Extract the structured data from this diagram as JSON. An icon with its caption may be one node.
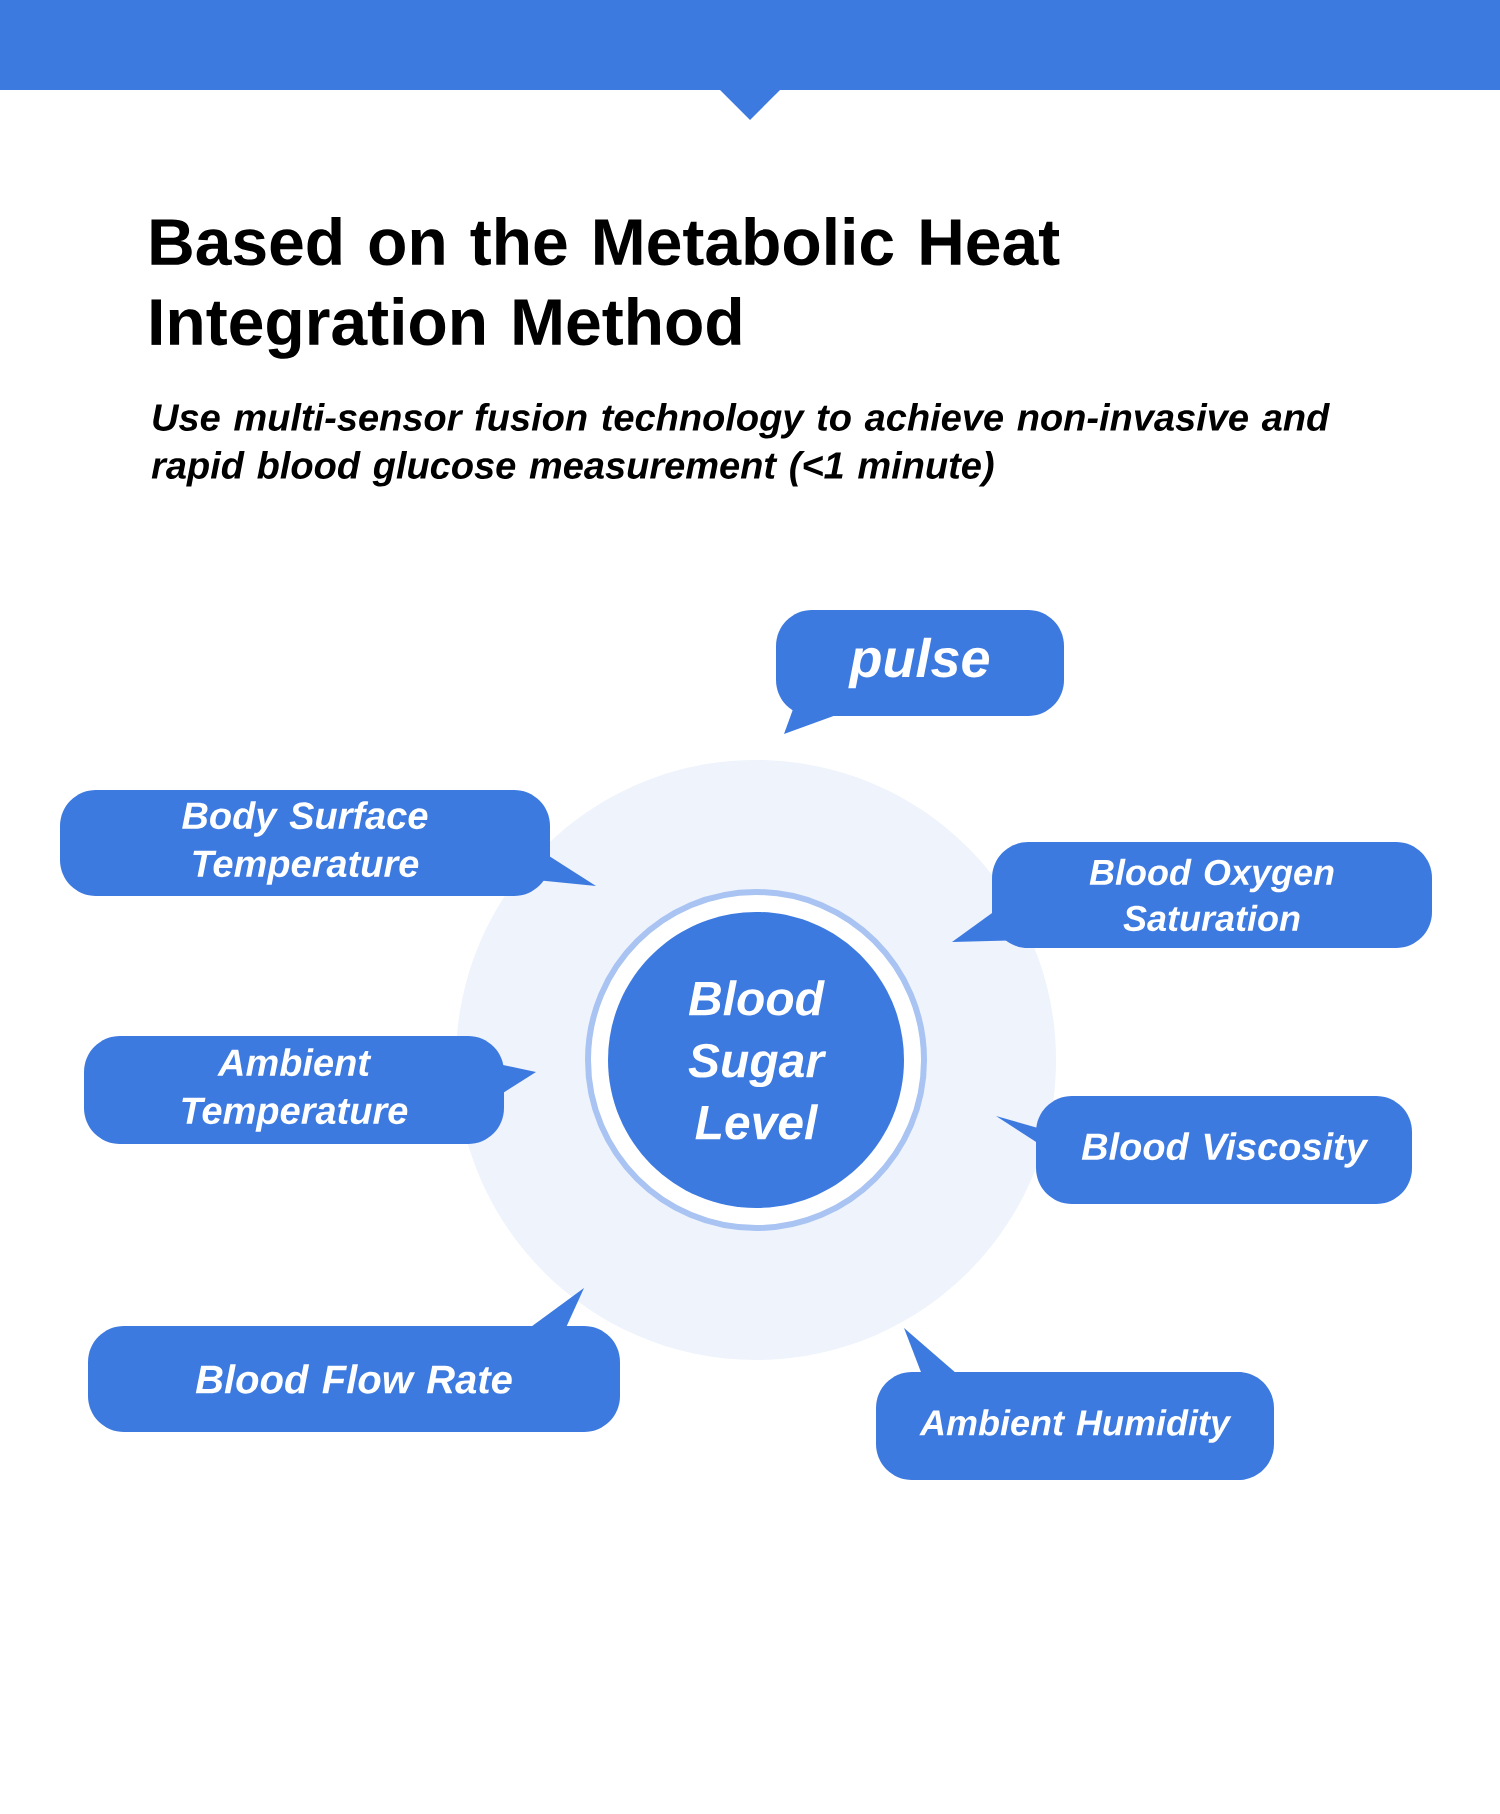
{
  "diagram": {
    "title": "Based on the Metabolic Heat Integration Method",
    "nodes": [
      {
        "text": [
          "pulse"
        ]
      },
      {
        "text": [
          "Body Surface Temperature"
        ]
      },
      {
        "text": [
          "Blood Oxygen Saturation"
        ]
      },
      {
        "text": [
          "Blood Sugar Level"
        ]
      },
      {
        "text": [
          "Ambient Temperature"
        ]
      },
      {
        "text": [
          "Blood Viscosity"
        ]
      },
      {
        "text": [
          "Blood Flow Rate"
        ]
      },
      {
        "text": [
          "Ambient Humidity"
        ]
      }
    ],
    "labels": [
      "Use multi-sensor fusion technology to achieve non-invasive and rapid blood glucose measurement (<1 minute)"
    ]
  }
}
